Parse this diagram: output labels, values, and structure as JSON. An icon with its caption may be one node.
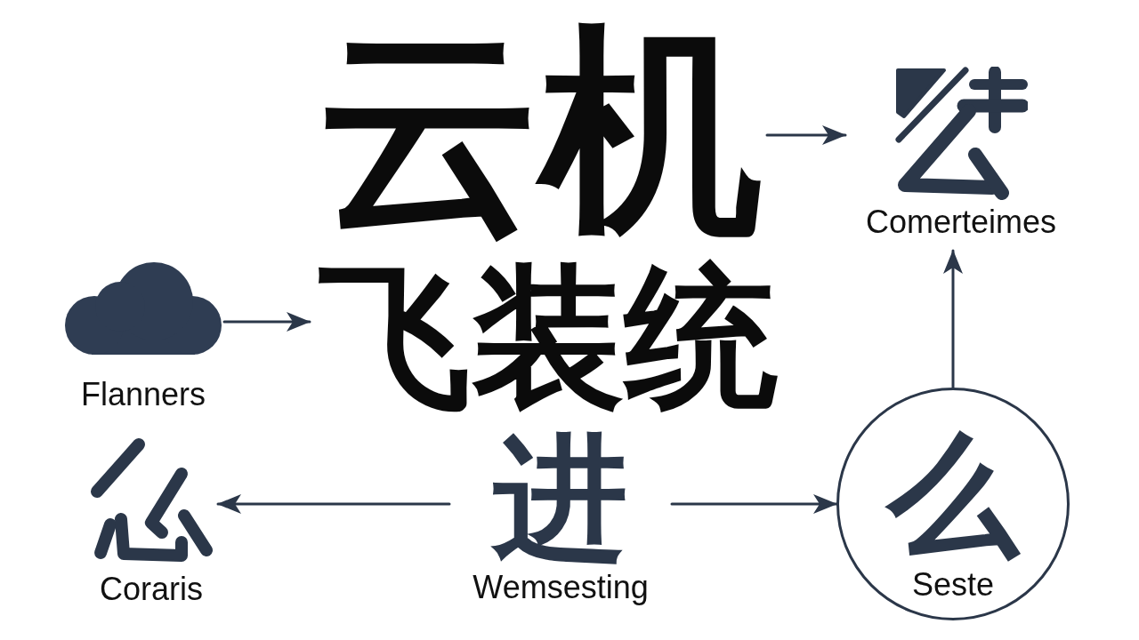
{
  "diagram": {
    "nodes": [
      {
        "text": [
          "云机"
        ]
      },
      {
        "text": [
          "Comerteimes"
        ]
      },
      {
        "text": [
          "Flanners"
        ]
      },
      {
        "text": [
          "飞装统"
        ]
      },
      {
        "text": [
          "Coraris"
        ]
      },
      {
        "text": [
          "进",
          "Wemsesting"
        ]
      },
      {
        "text": [
          "么",
          "Seste"
        ]
      }
    ],
    "edges": [
      {
        "from": 0,
        "to": 1,
        "arrow": "to"
      },
      {
        "from": 2,
        "to": 3,
        "arrow": "to"
      },
      {
        "from": 5,
        "to": 4,
        "arrow": "to"
      },
      {
        "from": 5,
        "to": 6,
        "arrow": "to"
      },
      {
        "from": 6,
        "to": 1,
        "arrow": "to"
      }
    ]
  }
}
